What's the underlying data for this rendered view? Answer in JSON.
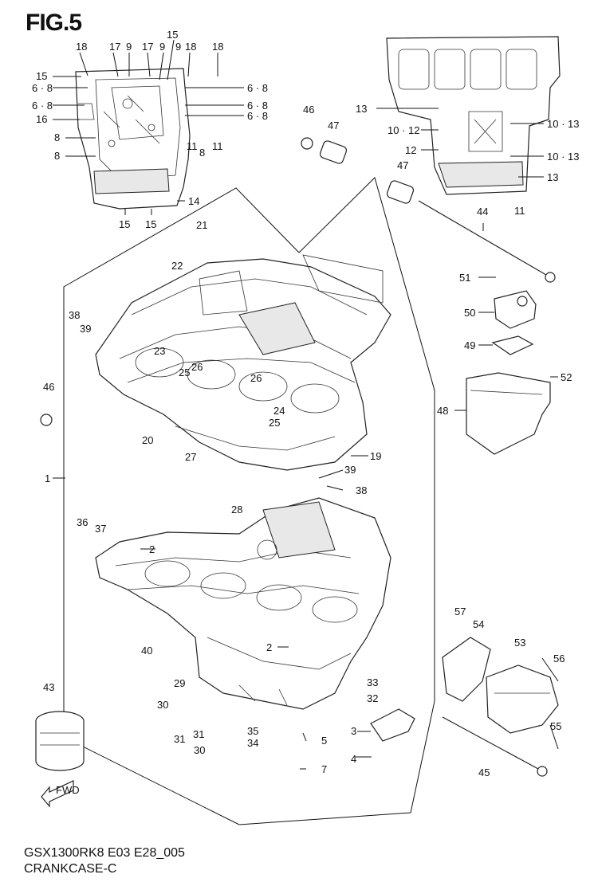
{
  "figure": {
    "title": "FIG.5",
    "model_code": "GSX1300RK8 E03 E28_005",
    "section": "CRANKCASE-C",
    "fwd_label": "FWD"
  },
  "callouts": [
    {
      "id": "c18a",
      "label": "18"
    },
    {
      "id": "c17a",
      "label": "17"
    },
    {
      "id": "c9a",
      "label": "9"
    },
    {
      "id": "c17b",
      "label": "17"
    },
    {
      "id": "c9b",
      "label": "9"
    },
    {
      "id": "c15top",
      "label": "15"
    },
    {
      "id": "c9c",
      "label": "9"
    },
    {
      "id": "c18b",
      "label": "18"
    },
    {
      "id": "c18c",
      "label": "18"
    },
    {
      "id": "c15l",
      "label": "15"
    },
    {
      "id": "c68a",
      "label": "6 · 8"
    },
    {
      "id": "c68b",
      "label": "6 · 8"
    },
    {
      "id": "c68c",
      "label": "6 · 8"
    },
    {
      "id": "c68d",
      "label": "6 · 8"
    },
    {
      "id": "c68e",
      "label": "6 · 8"
    },
    {
      "id": "c16",
      "label": "16"
    },
    {
      "id": "c8a",
      "label": "8"
    },
    {
      "id": "c8b",
      "label": "8"
    },
    {
      "id": "c11a",
      "label": "11"
    },
    {
      "id": "c8c",
      "label": "8"
    },
    {
      "id": "c11b",
      "label": "11"
    },
    {
      "id": "c14",
      "label": "14"
    },
    {
      "id": "c15b1",
      "label": "15"
    },
    {
      "id": "c15b2",
      "label": "15"
    },
    {
      "id": "c46a",
      "label": "46"
    },
    {
      "id": "c47a",
      "label": "47"
    },
    {
      "id": "c13a",
      "label": "13"
    },
    {
      "id": "c1012a",
      "label": "10 · 12"
    },
    {
      "id": "c12",
      "label": "12"
    },
    {
      "id": "c1013a",
      "label": "10 · 13"
    },
    {
      "id": "c1013b",
      "label": "10 · 13"
    },
    {
      "id": "c47b",
      "label": "47"
    },
    {
      "id": "c13b",
      "label": "13"
    },
    {
      "id": "c11c",
      "label": "11"
    },
    {
      "id": "c44",
      "label": "44"
    },
    {
      "id": "c21",
      "label": "21"
    },
    {
      "id": "c22",
      "label": "22"
    },
    {
      "id": "c51",
      "label": "51"
    },
    {
      "id": "c50",
      "label": "50"
    },
    {
      "id": "c38a",
      "label": "38"
    },
    {
      "id": "c39a",
      "label": "39"
    },
    {
      "id": "c23",
      "label": "23"
    },
    {
      "id": "c26a",
      "label": "26"
    },
    {
      "id": "c25a",
      "label": "25"
    },
    {
      "id": "c49",
      "label": "49"
    },
    {
      "id": "c52",
      "label": "52"
    },
    {
      "id": "c26b",
      "label": "26"
    },
    {
      "id": "c24",
      "label": "24"
    },
    {
      "id": "c25b",
      "label": "25"
    },
    {
      "id": "c46b",
      "label": "46"
    },
    {
      "id": "c48",
      "label": "48"
    },
    {
      "id": "c20",
      "label": "20"
    },
    {
      "id": "c19",
      "label": "19"
    },
    {
      "id": "c27",
      "label": "27"
    },
    {
      "id": "c39b",
      "label": "39"
    },
    {
      "id": "c1",
      "label": "1"
    },
    {
      "id": "c38b",
      "label": "38"
    },
    {
      "id": "c28",
      "label": "28"
    },
    {
      "id": "c36",
      "label": "36"
    },
    {
      "id": "c37",
      "label": "37"
    },
    {
      "id": "c2a",
      "label": "2"
    },
    {
      "id": "c57",
      "label": "57"
    },
    {
      "id": "c54",
      "label": "54"
    },
    {
      "id": "c53",
      "label": "53"
    },
    {
      "id": "c2b",
      "label": "2"
    },
    {
      "id": "c40",
      "label": "40"
    },
    {
      "id": "c56",
      "label": "56"
    },
    {
      "id": "c43",
      "label": "43"
    },
    {
      "id": "c29",
      "label": "29"
    },
    {
      "id": "c33",
      "label": "33"
    },
    {
      "id": "c30a",
      "label": "30"
    },
    {
      "id": "c32",
      "label": "32"
    },
    {
      "id": "c31a",
      "label": "31"
    },
    {
      "id": "c35",
      "label": "35"
    },
    {
      "id": "c31b",
      "label": "31"
    },
    {
      "id": "c34",
      "label": "34"
    },
    {
      "id": "c3",
      "label": "3"
    },
    {
      "id": "c5",
      "label": "5"
    },
    {
      "id": "c30b",
      "label": "30"
    },
    {
      "id": "c55",
      "label": "55"
    },
    {
      "id": "c4",
      "label": "4"
    },
    {
      "id": "c7",
      "label": "7"
    },
    {
      "id": "c45",
      "label": "45"
    }
  ]
}
